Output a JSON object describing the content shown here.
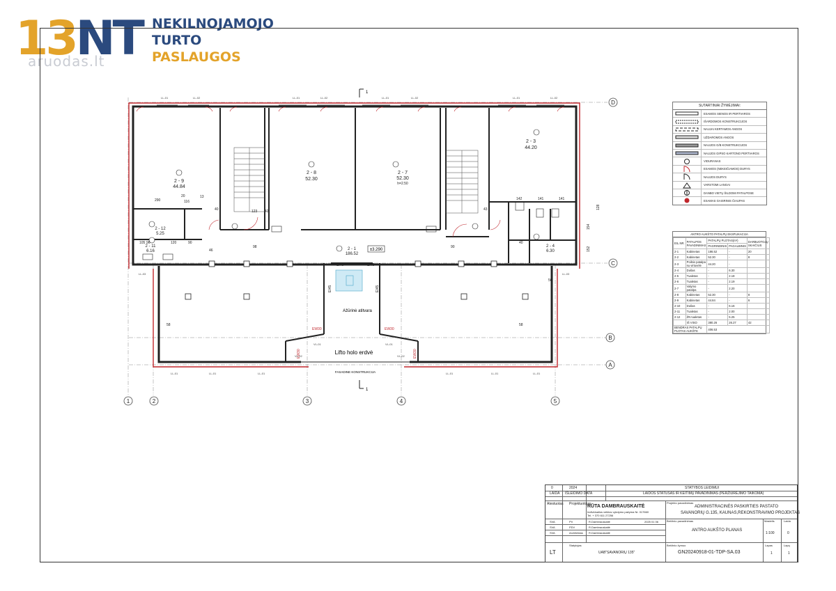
{
  "logo": {
    "number": "13",
    "letters": "NT",
    "line1": "NEKILNOJAMOJO",
    "line2": "TURTO",
    "line3": "PASLAUGOS",
    "watermark": "aruodas.lt",
    "colors": {
      "gold": "#e3a32a",
      "navy": "#2b4a7e"
    }
  },
  "plan": {
    "axes_letters": [
      "D",
      "C",
      "B",
      "A"
    ],
    "axes_numbers": [
      "1",
      "2",
      "3",
      "4",
      "5"
    ],
    "section_mark": "1",
    "rooms": [
      {
        "id": "2 - 9",
        "area": "44.84"
      },
      {
        "id": "2 - 8",
        "area": "52.30"
      },
      {
        "id": "2 - 7",
        "area": "52.30",
        "note": "h=2.50"
      },
      {
        "id": "2 - 3",
        "area": "44.20"
      },
      {
        "id": "2 - 12",
        "area": "5.25"
      },
      {
        "id": "2 - 11",
        "area": "6.16"
      },
      {
        "id": "2 - 4",
        "area": "6.30"
      },
      {
        "id": "2 - 1",
        "area": "186.52"
      }
    ],
    "level": "±3.290",
    "labels": {
      "disconnect": "Ažūrinė atitvara",
      "lift_space": "Lifto holo erdvė",
      "facade": "FASADINE KONSTRUKCIJA"
    },
    "ei_labels": [
      "EI45",
      "EI45",
      "EI45",
      "EI45"
    ],
    "ew_labels": [
      "EW30",
      "EW30",
      "EW30",
      "EW30"
    ],
    "dims": [
      "290",
      "20",
      "116",
      "13",
      "40",
      "123",
      "42",
      "98",
      "90",
      "142",
      "141",
      "141",
      "152",
      "128",
      "154",
      "56",
      "58",
      "58",
      "43",
      "46",
      "96",
      "105",
      "120",
      "40",
      "90"
    ],
    "window_tags": [
      "LL-01",
      "LL-02",
      "LL-03",
      "VL-01",
      "VL-02"
    ]
  },
  "legend": {
    "title": "SUTARTINIAI ŽYMĖJIMAI:",
    "items": [
      "ESAMOS SIENOS IR PERTVAROS",
      "IŠARDOMOS KONSTRUKCIJOS",
      "NAUJAI KERTAMOS ANGOS",
      "UŽDAROMOS ANGOS",
      "NAUJOS G/B KONSTRUKCIJOS",
      "NAUJOS GIPSO KARTONO PERTVAROS",
      "VIDURANAS",
      "ESAMOS (NEKEIČIAMOS) DURYS",
      "NAUJOS DURYS",
      "VARSTOMI LANGAI",
      "DANBO VIETŲ ŠILDOMI PATALPOSE",
      "ESAMAS GAISRINIS ČIAUPAS"
    ]
  },
  "explication": {
    "title": "ANTRO AUKŠTO PATALPŲ EKSPLIKACIJA",
    "headers": [
      "EIL.NR.",
      "PATALPOS PAVADINIMAS",
      "PATALPŲ PLOTAS(m²)",
      "DARBUOTOJŲ SKAIČIUS"
    ],
    "subheaders": [
      "PAGRINDINIS",
      "PAGALBINIS"
    ],
    "rows": [
      [
        "2-1",
        "Kabinetas",
        "186.52",
        "-",
        "20"
      ],
      [
        "2-2",
        "Kabinetas",
        "52.30",
        "-",
        "8"
      ],
      [
        "2-3",
        "Poilsio patalpa su virtuvėle",
        "44.20",
        "-",
        ""
      ],
      [
        "2-4",
        "Dušas",
        "-",
        "6.30",
        ""
      ],
      [
        "2-5",
        "Tualetas",
        "-",
        "2.18",
        ""
      ],
      [
        "2-6",
        "Tualetas",
        "-",
        "2.19",
        ""
      ],
      [
        "2-7",
        "Valymo patalpa",
        "-",
        "2.20",
        ""
      ],
      [
        "2-8",
        "Kabinetas",
        "52.30",
        "-",
        "8"
      ],
      [
        "2-9",
        "Kabinetas",
        "44.84",
        "-",
        "6"
      ],
      [
        "2-10",
        "Dušas",
        "-",
        "6.16",
        ""
      ],
      [
        "2-11",
        "Tualetas",
        "-",
        "2.00",
        ""
      ],
      [
        "2-12",
        "ŽN tualetas",
        "-",
        "5.25",
        ""
      ]
    ],
    "total": [
      "IŠ VISO",
      "380.26",
      "26.27",
      "42"
    ],
    "building_total": [
      "BENDRAS PATALPŲ PLOTAS AUKŠTE",
      "406.53"
    ]
  },
  "title_block": {
    "stage_row": [
      "0",
      "2024",
      "",
      "STATYBOS LEIDIMUI"
    ],
    "stage_row2": [
      "LAIDA",
      "IŠLEIDIMO DATA",
      "LAIDOS STATUSAS IR KEITIMŲ PAVADINIMAS (PERŽIŪRĖJIMO TAIKOMA)"
    ],
    "designer_label": "Atestuotas",
    "org_label": "Projektuotojas",
    "designer_name": "RŪTA DAMBRAUSKAITĖ",
    "designer_sub1": "Individualios veiklos vykdymo pažyma Nr. 017660",
    "designer_sub2": "Tel. + 370 611 27256",
    "project_label": "Projekto pavadinimas",
    "project_line1": "ADMINISTRACINĖS  PASKIRTIES PASTATO",
    "project_line2": "SAVANORIŲ G.135, KAUNAS,REKONSTRAVIMO  PROJEKTAS",
    "staff": [
      [
        "SVA",
        "PV",
        "R.Dambrauskaitė",
        "2025 01 06"
      ],
      [
        "SVA",
        "PDV",
        "R.Dambrauskaitė",
        ""
      ],
      [
        "SVA",
        "Architektas",
        "R.Dambrauskaitė",
        ""
      ]
    ],
    "drawing_label": "Brėžinio pavadinimas",
    "drawing_name": "ANTRO AUKŠTO PLANAS",
    "scale_label": "Mastelis",
    "scale": "1:100",
    "rev_label": "Laida",
    "rev": "0",
    "country": "LT",
    "client_label": "Statytojas",
    "client": "UAB\"SAVANORIŲ 135\"",
    "mark_label": "Brėžinio žymuo",
    "drawing_code": "GN20240918-01-TDP-SA.03",
    "sheet_label": "Lapas",
    "sheet": "1",
    "sheets_label": "Lapų",
    "sheets": "1"
  }
}
